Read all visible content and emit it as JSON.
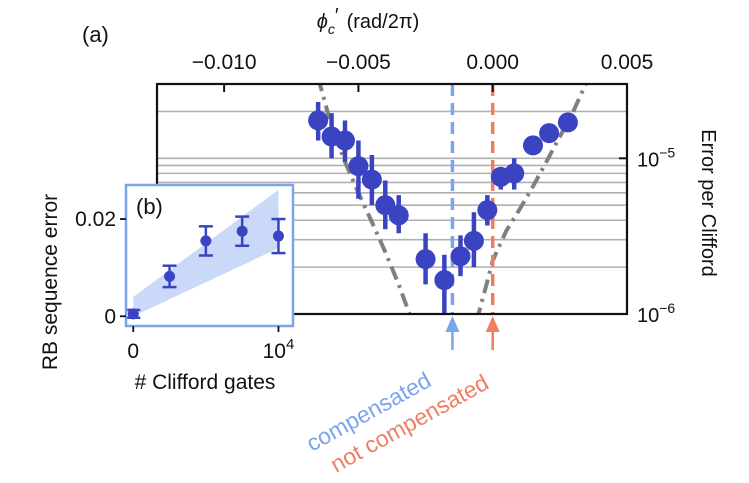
{
  "chart_data": [
    {
      "panel_label": "(a)",
      "type": "scatter",
      "xlabel_top": "ϕ",
      "xlabel_top_sub": "c",
      "xlabel_top_prime": "′",
      "xlabel_top_units": "(rad/2π)",
      "ylabel_right": "Error per Clifford",
      "xlim": [
        -0.0125,
        0.005
      ],
      "ylim": [
        1e-06,
        3e-05
      ],
      "yscale": "log",
      "x_ticks": [
        -0.01,
        -0.005,
        0.0,
        0.005
      ],
      "x_tick_labels": [
        "−0.010",
        "−0.005",
        "0.000",
        "0.005"
      ],
      "y_ticks": [
        1e-06,
        1e-05
      ],
      "y_tick_labels": [
        {
          "base": "10",
          "exp": "−6"
        },
        {
          "base": "10",
          "exp": "−5"
        }
      ],
      "grid": "horizontal, minor decades",
      "series": [
        {
          "marker": "circle",
          "color": "#3a44c2",
          "x": [
            -0.0065,
            -0.006,
            -0.0055,
            -0.005,
            -0.0045,
            -0.004,
            -0.0035,
            -0.0025,
            -0.0018,
            -0.0012,
            -0.0007,
            -0.0002,
            0.0003,
            0.0008,
            0.0015,
            0.0021,
            0.0028
          ],
          "y": [
            1.75e-05,
            1.38e-05,
            1.3e-05,
            8.9e-06,
            7.3e-06,
            5e-06,
            4.3e-06,
            2.25e-06,
            1.65e-06,
            2.35e-06,
            2.95e-06,
            4.65e-06,
            7.6e-06,
            8e-06,
            1.21e-05,
            1.45e-05,
            1.7e-05
          ],
          "y_err_low": [
            1.3e-05,
            1e-05,
            9.5e-06,
            5.5e-06,
            5e-06,
            3.5e-06,
            3.3e-06,
            1.55e-06,
            1e-06,
            1.75e-06,
            2e-06,
            3.7e-06,
            6.3e-06,
            6.3e-06,
            1.1e-05,
            1.35e-05,
            1.55e-05
          ],
          "y_err_high": [
            2.3e-05,
            1.95e-05,
            1.75e-05,
            1.3e-05,
            1.05e-05,
            7.2e-06,
            5.8e-06,
            3.3e-06,
            2.4e-06,
            3.2e-06,
            4.5e-06,
            5.8e-06,
            8.8e-06,
            1e-05,
            1.35e-05,
            1.55e-05,
            1.87e-05
          ]
        },
        {
          "type": "line",
          "style": "dash-dot",
          "color": "#808080",
          "x": [
            -0.0065,
            -0.006,
            -0.0055,
            -0.005,
            -0.0045,
            -0.004,
            -0.0035,
            -0.003
          ],
          "y": [
            3.3e-05,
            1.6e-05,
            9.5e-06,
            6e-06,
            3.9e-06,
            2.5e-06,
            1.55e-06,
            9e-07
          ]
        },
        {
          "type": "line",
          "style": "dash-dot",
          "color": "#808080",
          "x": [
            -0.0006,
            -0.0003,
            0.0,
            0.0005,
            0.001,
            0.0015,
            0.002,
            0.0025,
            0.003,
            0.0035
          ],
          "y": [
            9e-07,
            1.4e-06,
            2.2e-06,
            3.4e-06,
            4.7e-06,
            6.6e-06,
            9.5e-06,
            1.38e-05,
            2e-05,
            3.1e-05
          ]
        }
      ],
      "vlines": [
        {
          "x": -0.0015,
          "color": "#7aa4ec",
          "style": "dashed",
          "annotation": "compensated"
        },
        {
          "x": 0.0,
          "color": "#ef7f63",
          "style": "dashed",
          "annotation": "not compensated"
        }
      ]
    },
    {
      "panel_label": "(b)",
      "type": "scatter",
      "xlabel": "# Clifford gates",
      "ylabel": "RB sequence error",
      "xlim": [
        -500,
        11000
      ],
      "ylim": [
        -0.002,
        0.027
      ],
      "x_ticks": [
        0,
        10000
      ],
      "x_tick_labels": [
        {
          "text": "0"
        },
        {
          "base": "10",
          "exp": "4"
        }
      ],
      "y_ticks": [
        0,
        0.02
      ],
      "y_tick_labels": [
        "0",
        "0.02"
      ],
      "series": [
        {
          "marker": "circle",
          "color": "#3a44c2",
          "x": [
            0,
            2500,
            5000,
            7500,
            10000
          ],
          "y": [
            0.0005,
            0.0082,
            0.0155,
            0.0175,
            0.0165
          ],
          "y_err": [
            0.0008,
            0.0022,
            0.003,
            0.003,
            0.0035
          ]
        }
      ],
      "band": {
        "color": "#bcd0f5",
        "x": [
          0,
          10000
        ],
        "lower": [
          0.0,
          0.014
        ],
        "upper": [
          0.004,
          0.026
        ]
      }
    }
  ]
}
